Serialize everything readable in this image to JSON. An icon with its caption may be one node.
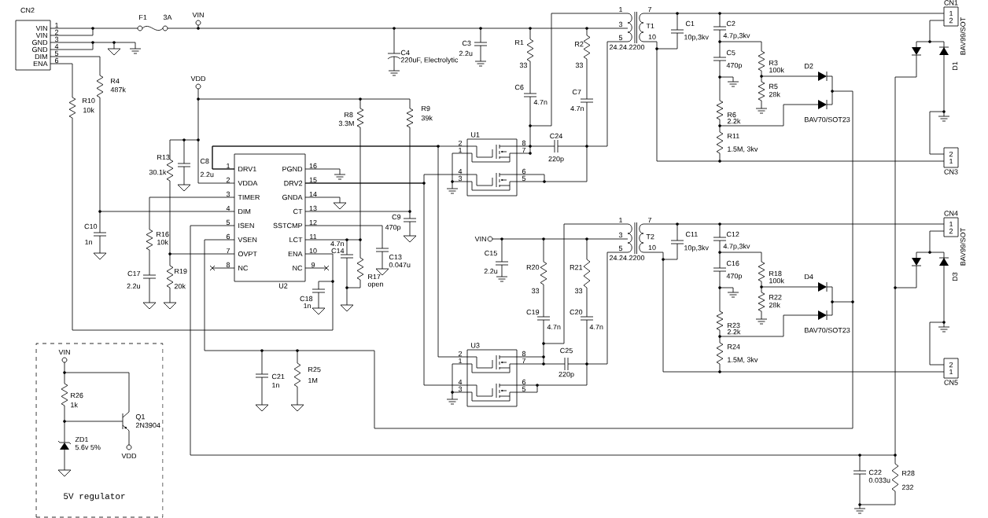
{
  "diagram": {
    "nodes": [
      {
        "text": [
          "VIN",
          "VIN",
          "GND",
          "GND",
          "DIM",
          "ENA"
        ],
        "beside": [
          "CN2",
          "1",
          "2",
          "3",
          "4",
          "5",
          "6"
        ]
      },
      {
        "text": [
          "1",
          "2"
        ],
        "beside": [
          "CN1"
        ]
      },
      {
        "text": [
          "DRV1",
          "PGND",
          "VDDA",
          "DRV2",
          "TIMER",
          "GNDA",
          "DIM",
          "CT",
          "ISEN",
          "SSTCMP",
          "VSEN",
          "LCT",
          "OVPT",
          "ENA",
          "NC",
          "NC"
        ],
        "beside": [
          "1",
          "16",
          "2",
          "15",
          "3",
          "14",
          "4",
          "13",
          "5",
          "12",
          "6",
          "11",
          "7",
          "10",
          "8",
          "9",
          "U2"
        ]
      },
      {
        "text": [
          "U1"
        ],
        "beside": [
          "2",
          "8",
          "1",
          "7",
          "4",
          "6",
          "3",
          "5"
        ]
      },
      {
        "text": [
          "2",
          "1"
        ],
        "beside": [
          "CN3"
        ]
      },
      {
        "text": [
          "1",
          "2"
        ],
        "beside": [
          "CN4"
        ]
      },
      {
        "text": [
          "U3"
        ],
        "beside": [
          "2",
          "8",
          "1",
          "7",
          "4",
          "6",
          "3",
          "5"
        ]
      },
      {
        "text": [
          "2",
          "1"
        ],
        "beside": [
          "CN5"
        ]
      },
      {
        "text": [
          "5V regulator"
        ]
      }
    ],
    "edges": [
      {
        "from": 2,
        "to": 3,
        "arrow": "none"
      },
      {
        "from": 2,
        "to": 3,
        "arrow": "none"
      },
      {
        "from": 2,
        "to": 6,
        "arrow": "none"
      },
      {
        "from": 2,
        "to": 6,
        "arrow": "none"
      },
      {
        "from": 0,
        "to": 2,
        "arrow": "none"
      },
      {
        "from": 0,
        "to": 2,
        "arrow": "none"
      },
      {
        "from": 4,
        "to": 1,
        "arrow": "to"
      },
      {
        "from": 7,
        "to": 5,
        "arrow": "to"
      },
      {
        "from": 1,
        "to": 4,
        "arrow": "none"
      },
      {
        "from": 5,
        "to": 7,
        "arrow": "none"
      }
    ],
    "labels": [
      "F1",
      "3A",
      "VIN",
      "R4",
      "487k",
      "R10",
      "10k",
      "VDD",
      "R8",
      "3.3M",
      "R9",
      "39k",
      "C4",
      "220uF, Electrolytic",
      "C3",
      "2.2u",
      "R1",
      "33",
      "C6",
      "4.7n",
      "R2",
      "33",
      "C7",
      "4.7n",
      "1",
      "3",
      "5",
      "T1",
      "7",
      "10",
      "24.24.2200",
      "C1",
      "10p,3kv",
      "C2",
      "4.7p,3kv",
      "C5",
      "470p",
      "R3",
      "100k",
      "D2",
      "R5",
      "28k",
      "R6",
      "2.2k",
      "BAV70/SOT23",
      "R11",
      "1.5M, 3kv",
      "D1",
      "BAV99/SOT",
      "R13",
      "30.1k",
      "C8",
      "2.2u",
      "C24",
      "220p",
      "C9",
      "470p",
      "C10",
      "1n",
      "R16",
      "10k",
      "4.7n",
      "C14",
      "C13",
      "0.047u",
      "R19",
      "20k",
      "C17",
      "2.2u",
      "R17",
      "open",
      "C18",
      "1n",
      "VIN",
      "C15",
      "2.2u",
      "R20",
      "33",
      "R21",
      "33",
      "C19",
      "4.7n",
      "C20",
      "4.7n",
      "1",
      "3",
      "5",
      "T2",
      "7",
      "10",
      "24.24.2200",
      "C11",
      "10p,3kv",
      "C12",
      "4.7p,3kv",
      "C16",
      "470p",
      "R18",
      "100k",
      "D4",
      "R22",
      "28k",
      "R23",
      "2.2k",
      "BAV70/SOT23",
      "R24",
      "1.5M, 3kv",
      "D3",
      "BAV99/SOT",
      "C25",
      "220p",
      "C21",
      "1n",
      "R25",
      "1M",
      "VIN",
      "R26",
      "1k",
      "Q1",
      "2N3904",
      "ZD1",
      "5.6v 5%",
      "VDD",
      "C22",
      "0.033u",
      "R28",
      "232"
    ]
  }
}
